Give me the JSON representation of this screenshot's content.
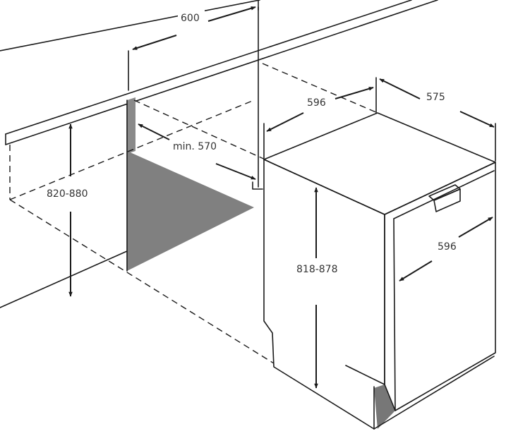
{
  "dimensions": {
    "niche_width": "600",
    "niche_depth": "min. 570",
    "niche_height": "820-880",
    "appliance_width": "596",
    "appliance_depth": "575",
    "appliance_height": "818-878",
    "door_width": "596"
  },
  "colors": {
    "line": "#1a1a1a",
    "niche_wall": "#8a8a8a",
    "niche_floor": "#808080",
    "label": "#333333"
  }
}
